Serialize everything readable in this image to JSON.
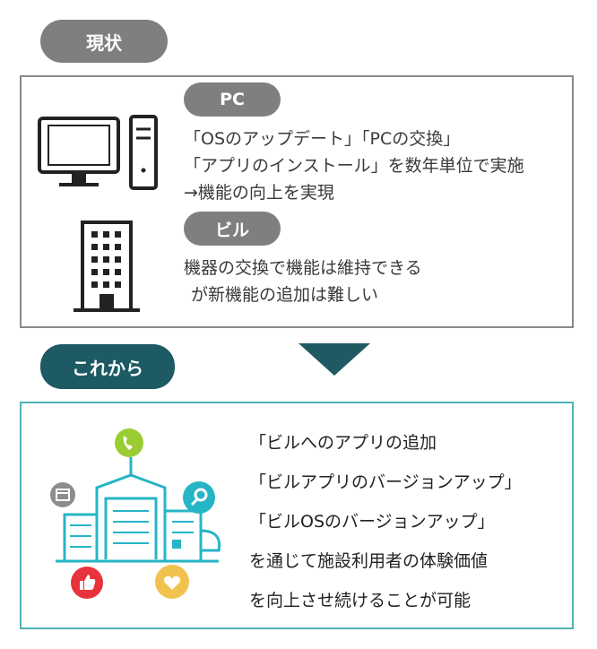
{
  "current": {
    "label": "現状",
    "pc": {
      "label": "PC",
      "lines": [
        "「OSのアップデート」「PCの交換」",
        "「アプリのインストール」を数年単位で実施",
        "→機能の向上を実現"
      ]
    },
    "building": {
      "label": "ビル",
      "lines": [
        "機器の交換で機能は維持できる",
        "が新機能の追加は難しい"
      ]
    }
  },
  "future": {
    "label": "これから",
    "lines": [
      "「ビルへのアプリの追加",
      "「ビルアプリのバージョンアップ」",
      "「ビルOSのバージョンアップ」",
      "を通じて施設利用者の体験価値",
      "を向上させ続けることが可能"
    ],
    "icons": [
      "phone-icon",
      "search-icon",
      "heart-icon",
      "thumbs-up-icon",
      "calendar-icon"
    ]
  },
  "colors": {
    "gray_pill": "#7f7f7f",
    "teal_dark": "#1d5a63",
    "teal_light": "#4fb4b4",
    "cyan": "#26b5c6",
    "green": "#9acd32",
    "red": "#e8323c",
    "yellow": "#f2c24f"
  }
}
